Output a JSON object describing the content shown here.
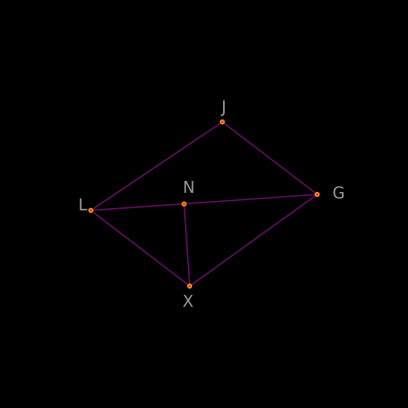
{
  "colors": {
    "background": "#000000",
    "edge": "#6b0f6b",
    "point_outer": "#ff8a1a",
    "point_inner": "#d93a1a",
    "label": "#9a9a9a"
  },
  "points": [
    {
      "id": "J",
      "label": "J"
    },
    {
      "id": "G",
      "label": "G"
    },
    {
      "id": "L",
      "label": "L"
    },
    {
      "id": "N",
      "label": "N"
    },
    {
      "id": "X",
      "label": "X"
    }
  ],
  "edges": [
    [
      "L",
      "J"
    ],
    [
      "J",
      "G"
    ],
    [
      "L",
      "G"
    ],
    [
      "L",
      "X"
    ],
    [
      "X",
      "G"
    ],
    [
      "N",
      "X"
    ]
  ]
}
